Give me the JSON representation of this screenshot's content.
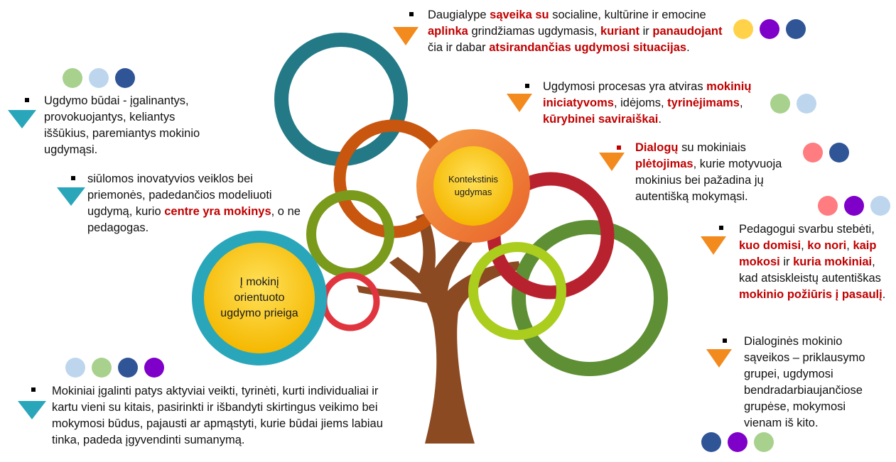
{
  "colors": {
    "light_blue": "#bdd6ee",
    "green": "#a9d18e",
    "dark_blue": "#2f5597",
    "purple": "#7f00c8",
    "yellow": "#ffd24a",
    "pink": "#ff7c80",
    "accent_red": "#c00000",
    "arrow_orange": "#f28a1e",
    "arrow_teal": "#2aa6bb"
  },
  "icons": [
    "bullet-square-icon",
    "arrow-down-triangle-icon",
    "color-dot-icon",
    "tree-trunk-icon",
    "ring-circle-icon"
  ],
  "center_labels": {
    "main": "Į mokinį orientuoto ugdymo prieiga",
    "context": "Kontekstinis ugdymas"
  },
  "blocks": {
    "top": {
      "dots": [
        "yellow",
        "purple",
        "dark_blue"
      ],
      "segments": [
        {
          "t": "Daugialype ",
          "hl": false
        },
        {
          "t": "sąveika su",
          "hl": true
        },
        {
          "t": " socialine, kultūrine ir emocine ",
          "hl": false
        },
        {
          "t": "aplinka",
          "hl": true
        },
        {
          "t": " grindžiamas ugdymasis, ",
          "hl": false
        },
        {
          "t": "kuriant",
          "hl": true
        },
        {
          "t": " ir ",
          "hl": false
        },
        {
          "t": "panaudojant",
          "hl": true
        },
        {
          "t": " čia ir dabar ",
          "hl": false
        },
        {
          "t": "atsirandančias ugdymosi situacijas",
          "hl": true
        },
        {
          "t": ".",
          "hl": false
        }
      ]
    },
    "process": {
      "dots": [
        "green",
        "light_blue"
      ],
      "segments": [
        {
          "t": "Ugdymosi procesas yra atviras ",
          "hl": false
        },
        {
          "t": "mokinių iniciatyvoms",
          "hl": true
        },
        {
          "t": ", idėjoms, ",
          "hl": false
        },
        {
          "t": "tyrinėjimams",
          "hl": true
        },
        {
          "t": ", ",
          "hl": false
        },
        {
          "t": "kūrybinei saviraiškai",
          "hl": true
        },
        {
          "t": ".",
          "hl": false
        }
      ]
    },
    "dialog": {
      "dots": [
        "pink",
        "dark_blue"
      ],
      "segments": [
        {
          "t": "Dialogų",
          "hl": true
        },
        {
          "t": " su mokiniais ",
          "hl": false
        },
        {
          "t": "plėtojimas",
          "hl": true
        },
        {
          "t": ", kurie motyvuoja mokinius bei pažadina jų autentišką mokymąsi.",
          "hl": false
        }
      ]
    },
    "observe": {
      "dots": [
        "pink",
        "purple",
        "light_blue"
      ],
      "segments": [
        {
          "t": "Pedagogui svarbu stebėti, ",
          "hl": false
        },
        {
          "t": "kuo domisi",
          "hl": true
        },
        {
          "t": ", ",
          "hl": false
        },
        {
          "t": "ko nori",
          "hl": true
        },
        {
          "t": ", ",
          "hl": false
        },
        {
          "t": "kaip mokosi",
          "hl": true
        },
        {
          "t": " ir ",
          "hl": false
        },
        {
          "t": "kuria mokiniai",
          "hl": true
        },
        {
          "t": ", kad atsiskleistų autentiškas ",
          "hl": false
        },
        {
          "t": "mokinio požiūris į pasaulį",
          "hl": true
        },
        {
          "t": ".",
          "hl": false
        }
      ]
    },
    "group": {
      "dots": [
        "dark_blue",
        "purple",
        "green"
      ],
      "segments": [
        {
          "t": "Dialoginės mokinio sąveikos – priklausymo grupei, ugdymosi bendradarbiaujančiose grupėse, mokymosi vienam iš kito.",
          "hl": false
        }
      ]
    },
    "methods": {
      "dots": [
        "green",
        "light_blue",
        "dark_blue"
      ],
      "segments": [
        {
          "t": "Ugdymo būdai - įgalinantys, provokuojantys, keliantys iššūkius, paremiantys mokinio ugdymąsi.",
          "hl": false
        }
      ]
    },
    "innov": {
      "segments": [
        {
          "t": "siūlomos inovatyvios veiklos bei priemonės, padedančios modeliuoti ugdymą, kurio ",
          "hl": false
        },
        {
          "t": "centre yra mokinys",
          "hl": true
        },
        {
          "t": ", o ne pedagogas.",
          "hl": false
        }
      ]
    },
    "students": {
      "dots": [
        "light_blue",
        "green",
        "dark_blue",
        "purple"
      ],
      "segments": [
        {
          "t": "Mokiniai įgalinti patys aktyviai veikti, tyrinėti, kurti individualiai ir kartu vieni su kitais, pasirinkti ir išbandyti skirtingus veikimo bei mokymosi būdus, pajausti ar apmąstyti, kurie būdai jiems labiau tinka, padeda įgyvendinti sumanymą.",
          "hl": false
        }
      ]
    }
  }
}
